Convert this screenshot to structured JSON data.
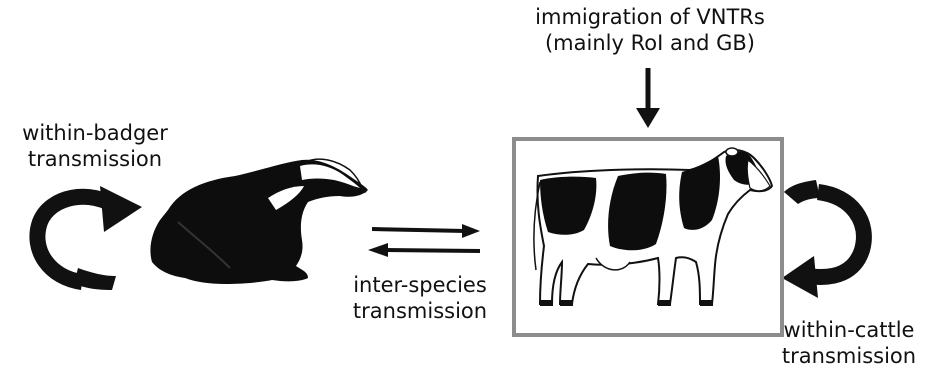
{
  "labels": {
    "immigration_line1": "immigration of VNTRs",
    "immigration_line2": "(mainly RoI and GB)",
    "badger_line1": "within-badger",
    "badger_line2": "transmission",
    "inter_line1": "inter-species",
    "inter_line2": "transmission",
    "cattle_line1": "within-cattle",
    "cattle_line2": "transmission"
  },
  "colors": {
    "ink": "#111111",
    "frame": "#8c8c8c",
    "cow_white": "#ffffff"
  },
  "icons": {
    "badger": "badger-silhouette",
    "cow": "holstein-cow-drawing"
  }
}
